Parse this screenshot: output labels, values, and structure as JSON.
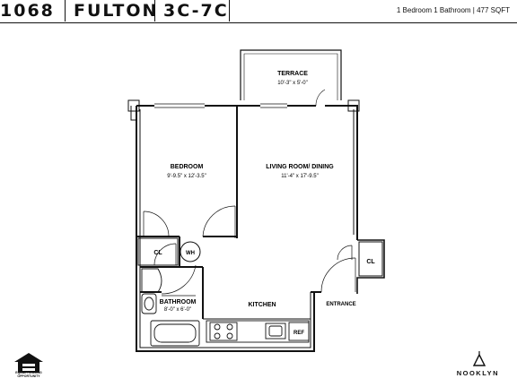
{
  "header": {
    "building_number": "1068",
    "street": "FULTON",
    "units": "3C-7C",
    "details": "1 Bedroom  1 Bathroom  |  477 SQFT"
  },
  "rooms": {
    "terrace": {
      "name": "TERRACE",
      "dims": "10'-3\" x 5'-0\""
    },
    "bedroom": {
      "name": "BEDROOM",
      "dims": "9'-9.5\" x 12'-3.5\""
    },
    "living": {
      "name": "LIVING ROOM/ DINING",
      "dims": "11'-4\" x 17'-9.5\""
    },
    "bathroom": {
      "name": "BATHROOM",
      "dims": "8'-0\" x 6'-0\""
    },
    "kitchen": {
      "name": "KITCHEN"
    },
    "entrance": {
      "name": "ENTRANCE"
    }
  },
  "fixtures": {
    "closet_bedroom": "CL",
    "closet_entry": "CL",
    "water_heater": "WH",
    "refrigerator": "REF"
  },
  "logos": {
    "eho_text": "EQUAL HOUSING OPPORTUNITY",
    "brand": "NOOKLYN"
  },
  "colors": {
    "ink": "#111111",
    "background": "#ffffff"
  }
}
